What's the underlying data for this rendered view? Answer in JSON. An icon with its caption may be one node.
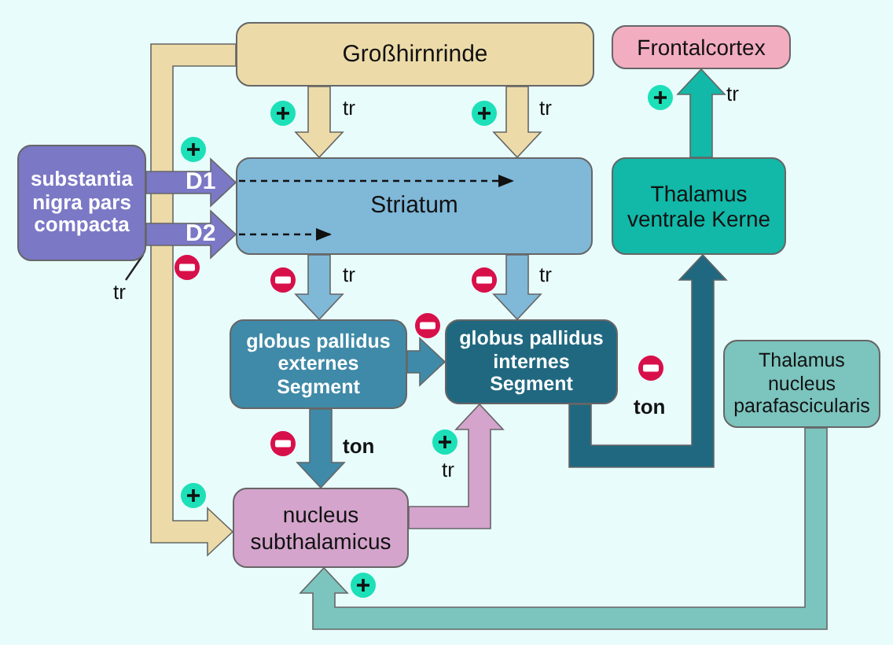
{
  "diagram": {
    "nodes": [
      {
        "text": [
          "Großhirnrinde"
        ]
      },
      {
        "text": [
          "Frontalcortex"
        ]
      },
      {
        "text": [
          "substantia nigra pars compacta"
        ]
      },
      {
        "text": [
          "Striatum"
        ]
      },
      {
        "text": [
          "Thalamus",
          "ventrale Kerne"
        ]
      },
      {
        "text": [
          "globus pallidus externes Segment"
        ]
      },
      {
        "text": [
          "globus pallidus internes Segment"
        ]
      },
      {
        "text": [
          "Thalamus",
          "nucleus parafascicularis"
        ]
      },
      {
        "text": [
          "nucleus subthalamicus"
        ]
      },
      {
        "text": [
          "tr"
        ]
      }
    ],
    "edges": [
      {
        "from": 0,
        "to": 3,
        "arrow": "to",
        "label": "tr",
        "style": "thick",
        "color": "#ecdba8"
      },
      {
        "from": 0,
        "to": 3,
        "arrow": "to",
        "label": "tr",
        "style": "thick",
        "color": "#ecdba8"
      },
      {
        "from": 0,
        "to": 8,
        "arrow": "to",
        "style": "thick",
        "color": "#ecdba8"
      },
      {
        "from": 2,
        "to": 3,
        "arrow": "to",
        "label": "D1",
        "style": "thick",
        "color": "#7b78c6"
      },
      {
        "from": 2,
        "to": 3,
        "arrow": "to",
        "label": "D2",
        "style": "thick",
        "color": "#7b78c6"
      },
      {
        "from": 3,
        "to": 5,
        "arrow": "to",
        "label": "tr",
        "style": "thick",
        "color": "#80b8d8"
      },
      {
        "from": 3,
        "to": 6,
        "arrow": "to",
        "label": "tr",
        "style": "thick",
        "color": "#80b8d8"
      },
      {
        "from": 5,
        "to": 6,
        "arrow": "to",
        "style": "thick",
        "color": "#3f8aa8"
      },
      {
        "from": 5,
        "to": 8,
        "arrow": "to",
        "label": "ton",
        "style": "thick",
        "color": "#3f8aa8"
      },
      {
        "from": 8,
        "to": 6,
        "arrow": "to",
        "label": "tr",
        "style": "thick",
        "color": "#d4a4cc"
      },
      {
        "from": 6,
        "to": 4,
        "arrow": "to",
        "label": "ton",
        "style": "thick",
        "color": "#206880"
      },
      {
        "from": 4,
        "to": 1,
        "arrow": "to",
        "label": "tr",
        "style": "thick",
        "color": "#12b8a8"
      },
      {
        "from": 7,
        "to": 8,
        "arrow": "to",
        "style": "thick",
        "color": "#7cc4be"
      },
      {
        "from": 9,
        "to": 2,
        "arrow": "none"
      }
    ]
  }
}
